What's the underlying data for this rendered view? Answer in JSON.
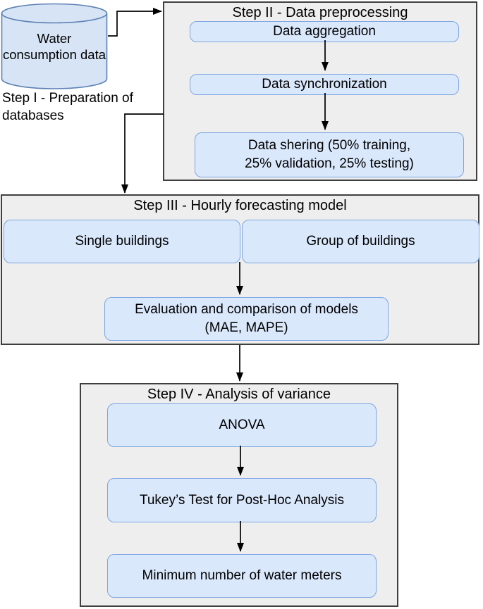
{
  "colors": {
    "node_fill": "#dae8fc",
    "node_border": "#7ea6e0",
    "cylinder_fill": "#d6e4f5",
    "cylinder_border": "#5d81b4",
    "container_fill": "#eeeeee",
    "container_border": "#3f3f3f",
    "arrow": "#000000",
    "text": "#000000"
  },
  "step1": {
    "cylinder_label": "Water consumption data",
    "caption": "Step I - Preparation of databases"
  },
  "step2": {
    "title": "Step II - Data preprocessing",
    "nodes": [
      "Data aggregation",
      "Data synchronization",
      "Data shering (50% training, 25% validation, 25% testing)"
    ]
  },
  "step3": {
    "title": "Step III - Hourly forecasting model",
    "nodes": [
      "Single buildings",
      "Group of buildings",
      "Evaluation and comparison of models (MAE, MAPE)"
    ]
  },
  "step4": {
    "title": "Step IV - Analysis of variance",
    "nodes": [
      "ANOVA",
      "Tukey’s Test for Post-Hoc Analysis",
      "Minimum number of water meters"
    ]
  }
}
